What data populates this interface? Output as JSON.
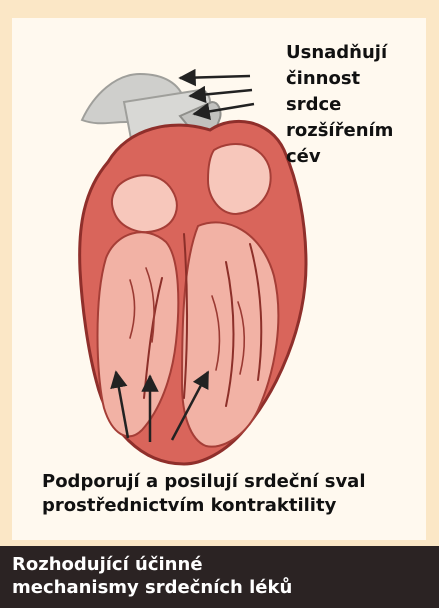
{
  "diagram": {
    "top_caption": "Usnadňují\nčinnost\nsrdce\nrozšířením\ncév",
    "bottom_caption": "Podporují a posilují srdeční sval\nprostřednictvím kontraktility"
  },
  "footer": {
    "title": "Rozhodující účinné\nmechanismy srdečních léků"
  },
  "colors": {
    "page_background": "#fbe7c6",
    "panel_background": "#fff9ef",
    "heart_muscle": "#d9655b",
    "heart_light": "#f2b2a5",
    "vessel": "#c9c9c6",
    "arrow": "#222222",
    "footer_background": "#2b2323",
    "footer_text": "#ffffff"
  }
}
